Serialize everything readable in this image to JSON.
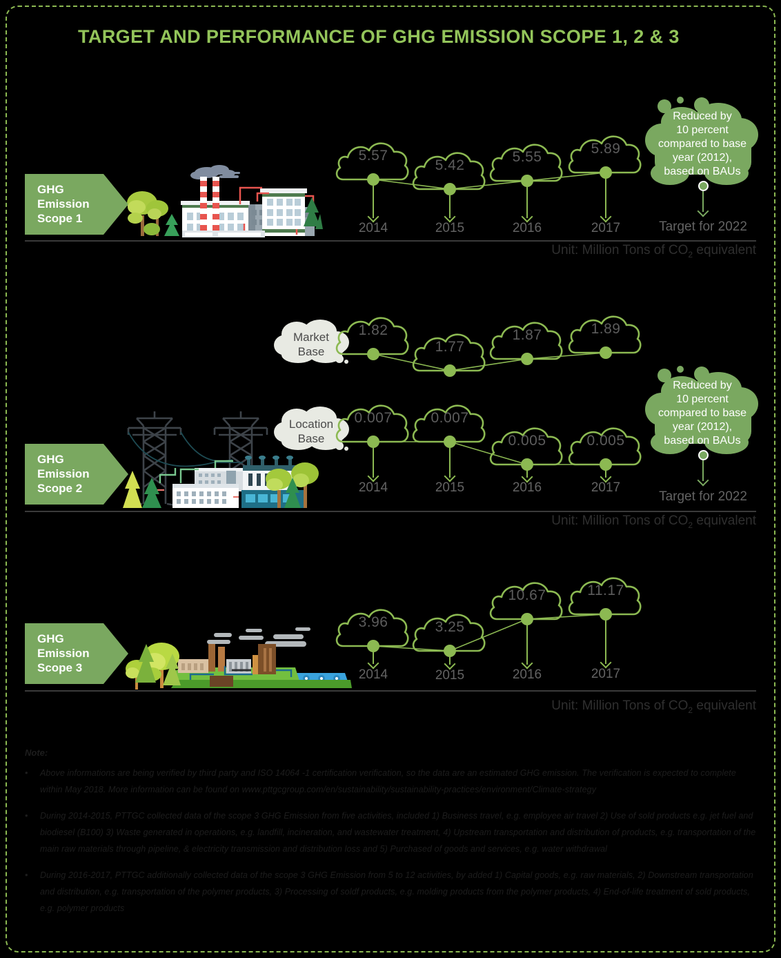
{
  "title": "TARGET AND PERFORMANCE OF GHG EMISSION SCOPE 1, 2 & 3",
  "colors": {
    "background": "#000000",
    "accent_green": "#8cb952",
    "title_green": "#93c45a",
    "bubble_green": "#7aa860",
    "value_gray": "#5c5c5c",
    "year_gray": "#636363",
    "unit_gray": "#2f2f2f",
    "thought_white": "#e8eae3"
  },
  "scope1": {
    "label": "GHG\nEmission\nScope 1",
    "label_lines": [
      "GHG",
      "Emission",
      "Scope 1"
    ],
    "unit": "Unit: Million Tons of CO2 equivalent",
    "unit_prefix": "Unit: Million Tons of CO",
    "unit_sub": "2",
    "unit_suffix": " equivalent",
    "illustration": "factory-with-smokestacks-and-trees",
    "target": {
      "text": "Reduced by 10 percent compared to base year (2012), based on BAUs",
      "lines": [
        "Reduced by",
        "10 percent",
        "compared to base",
        "year (2012),",
        "based on BAUs"
      ],
      "caption": "Target for 2022"
    }
  },
  "scope2": {
    "label_lines": [
      "GHG",
      "Emission",
      "Scope 2"
    ],
    "unit_prefix": "Unit: Million Tons of CO",
    "unit_sub": "2",
    "unit_suffix": " equivalent",
    "illustration": "power-transmission-towers-and-substation",
    "market_base_label_lines": [
      "Market",
      "Base"
    ],
    "location_base_label_lines": [
      "Location",
      "Base"
    ],
    "target": {
      "lines": [
        "Reduced by",
        "10 percent",
        "compared to base",
        "year (2012),",
        "based on BAUs"
      ],
      "caption": "Target for 2022"
    }
  },
  "scope3": {
    "label_lines": [
      "GHG",
      "Emission",
      "Scope 3"
    ],
    "unit_prefix": "Unit: Million Tons of CO",
    "unit_sub": "2",
    "unit_suffix": " equivalent",
    "illustration": "refinery-landscape-with-trees-and-water"
  },
  "chart_data": [
    {
      "type": "line",
      "title": "GHG Emission Scope 1",
      "categories": [
        "2014",
        "2015",
        "2016",
        "2017"
      ],
      "values": [
        5.57,
        5.42,
        5.55,
        5.89
      ],
      "labels": [
        "5.57",
        "5.42",
        "5.55",
        "5.89"
      ],
      "ylabel": "Million Tons of CO2 equivalent",
      "target_label": "Target for 2022",
      "target_text": "Reduced by 10 percent compared to base year (2012), based on BAUs"
    },
    {
      "type": "line",
      "title": "GHG Emission Scope 2 - Market Base",
      "series_name": "Market Base",
      "categories": [
        "2014",
        "2015",
        "2016",
        "2017"
      ],
      "values": [
        1.82,
        1.77,
        1.87,
        1.89
      ],
      "labels": [
        "1.82",
        "1.77",
        "1.87",
        "1.89"
      ],
      "ylabel": "Million Tons of CO2 equivalent"
    },
    {
      "type": "line",
      "title": "GHG Emission Scope 2 - Location Base",
      "series_name": "Location Base",
      "categories": [
        "2014",
        "2015",
        "2016",
        "2017"
      ],
      "values": [
        0.007,
        0.007,
        0.005,
        0.005
      ],
      "labels": [
        "0.007",
        "0.007",
        "0.005",
        "0.005"
      ],
      "ylabel": "Million Tons of CO2 equivalent",
      "target_label": "Target for 2022",
      "target_text": "Reduced by 10 percent compared to base year (2012), based on BAUs"
    },
    {
      "type": "line",
      "title": "GHG Emission Scope 3",
      "categories": [
        "2014",
        "2015",
        "2016",
        "2017"
      ],
      "values": [
        3.96,
        3.25,
        10.67,
        11.17
      ],
      "labels": [
        "3.96",
        "3.25",
        "10.67",
        "11.17"
      ],
      "ylabel": "Million Tons of CO2 equivalent"
    }
  ],
  "notes": {
    "heading": "Note:",
    "items": [
      "Above informations are being verified by third party and ISO 14064 -1 certification verification, so the data are an estimated GHG emission. The verification is expected to complete within May 2018. More information can be found on www.pttgcgroup.com/en/sustainability/sustainability-practices/environment/Climate-strategy",
      "During 2014-2015, PTTGC collected data of the scope 3 GHG  Emission from five activities, included 1) Business travel, e.g. employee air travel 2) Use of sold products e.g. jet fuel and biodiesel (B100) 3) Waste generated in operations, e.g. landfill, incineration, and wastewater treatment, 4) Upstream transportation and distribution of products, e.g. transportation of the main raw materials through pipeline, & electricity transmission and distribution loss and 5) Purchased of goods and services, e.g. water withdrawal",
      "During 2016-2017, PTTGC additionally collected data of the scope 3 GHG Emission from 5 to 12 activities, by added 1) Capital goods, e.g. raw materials, 2) Downstream transportation and distribution, e.g. transportation of the polymer products, 3) Processing of soldf products, e.g. molding products from the polymer products, 4) End-of-life treatment of sold products, e.g. polymer products"
    ],
    "bullet": "•"
  }
}
